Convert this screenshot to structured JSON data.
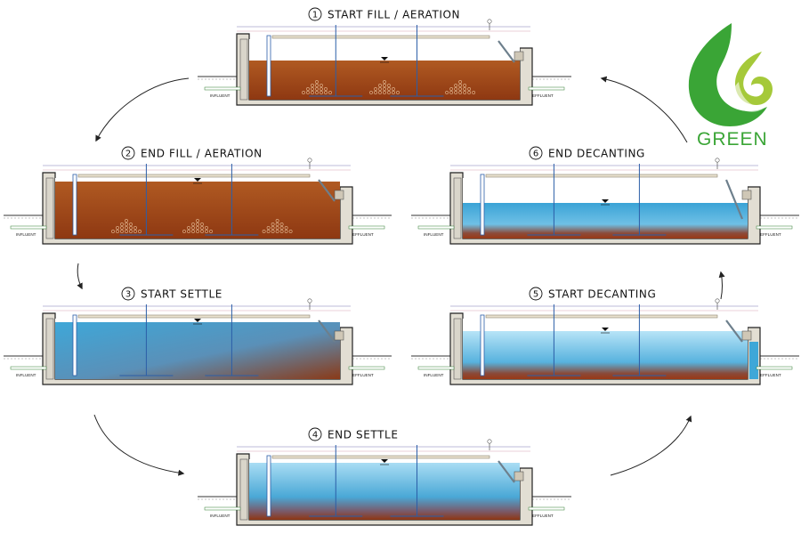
{
  "logo": {
    "text": "GREEN",
    "icon": "green-leaf-logo-icon"
  },
  "labels": {
    "influent": "INFLUENT",
    "effluent": "EFFLUENT"
  },
  "colors": {
    "sludge": "#9a3d13",
    "sludge_light": "#c06a2c",
    "water": "#3ea7d8",
    "water_light": "#bfe7f8",
    "brand_green": "#3aa536",
    "brand_lime": "#a5c93a",
    "concrete": "#e2ded3",
    "frame": "#222222"
  },
  "stages": [
    {
      "number": "1",
      "title": "START FILL / AERATION",
      "state": "start-fill"
    },
    {
      "number": "2",
      "title": "END FILL / AERATION",
      "state": "end-fill"
    },
    {
      "number": "3",
      "title": "START SETTLE",
      "state": "start-settle"
    },
    {
      "number": "4",
      "title": "END SETTLE",
      "state": "end-settle"
    },
    {
      "number": "5",
      "title": "START DECANTING",
      "state": "start-decant"
    },
    {
      "number": "6",
      "title": "END DECANTING",
      "state": "end-decant"
    }
  ]
}
